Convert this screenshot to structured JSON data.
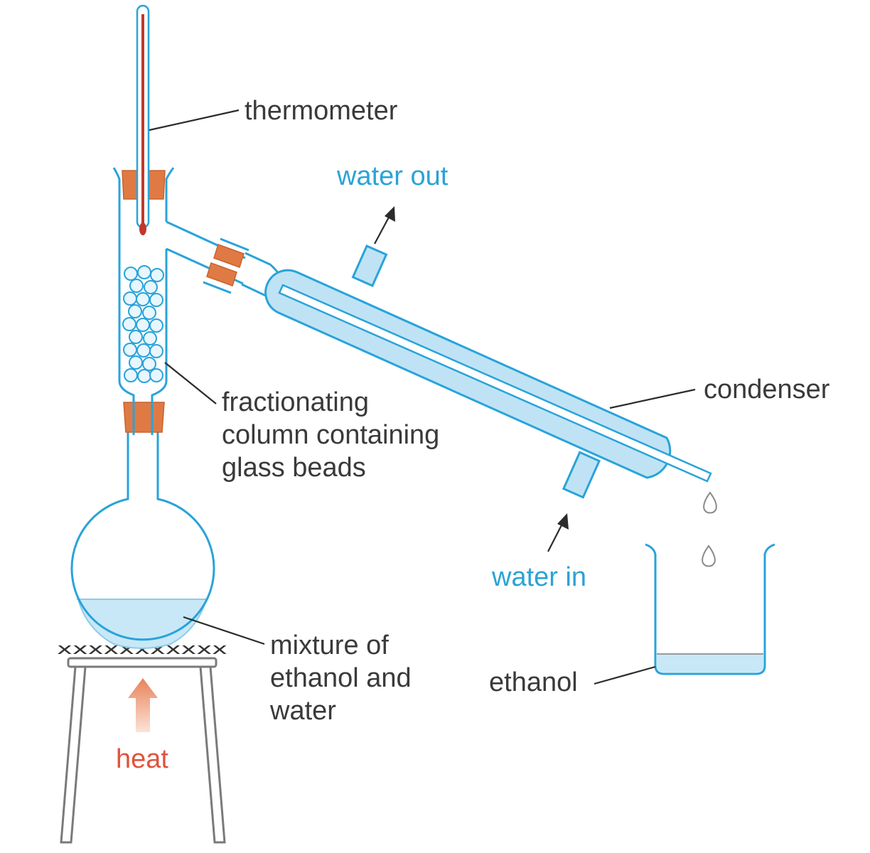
{
  "labels": {
    "thermometer": "thermometer",
    "water_out": "water out",
    "condenser": "condenser",
    "fractionating_column": [
      "fractionating",
      "column containing",
      "glass beads"
    ],
    "water_in": "water in",
    "mixture": [
      "mixture of",
      "ethanol and",
      "water"
    ],
    "ethanol": "ethanol",
    "heat": "heat",
    "gauze": "xxxxxxxxxxx"
  },
  "colors": {
    "label_text": "#3a3a3a",
    "water_label": "#2aa3d6",
    "heat_label": "#e0533d",
    "glass": "#29a3da",
    "cork": "#e07a45",
    "thermometer_liquid": "#c0392b"
  }
}
